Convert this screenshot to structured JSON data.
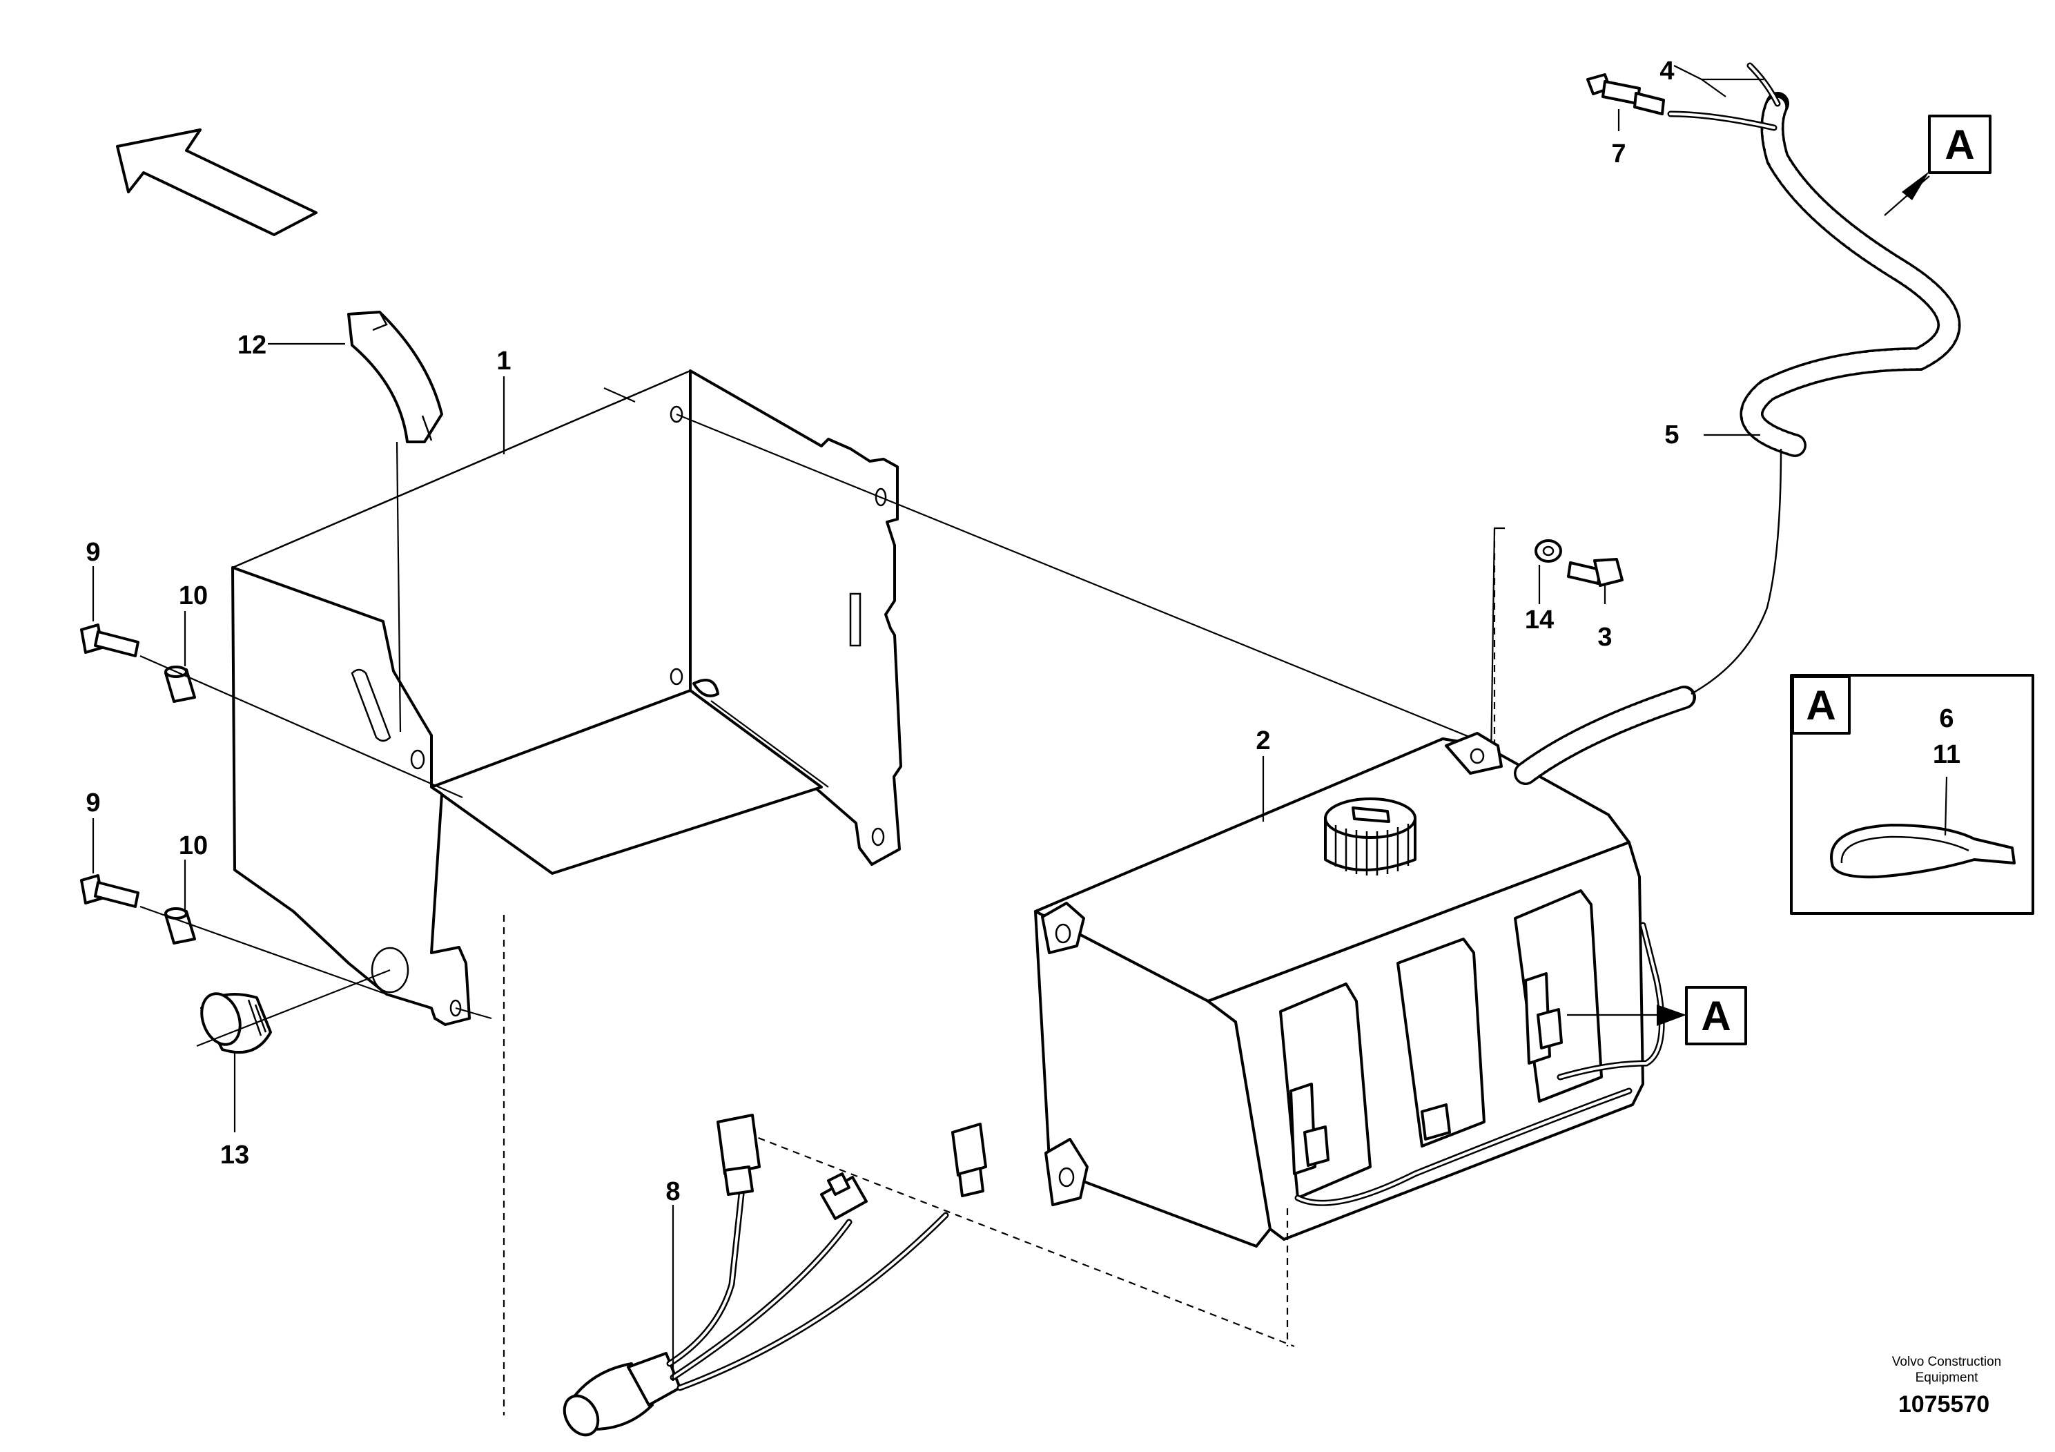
{
  "callouts": {
    "c1": "1",
    "c2": "2",
    "c3": "3",
    "c4": "4",
    "c5": "5",
    "c6": "6",
    "c7": "7",
    "c8": "8",
    "c9a": "9",
    "c9b": "9",
    "c10a": "10",
    "c10b": "10",
    "c11": "11",
    "c12": "12",
    "c13": "13",
    "c14": "14"
  },
  "detail_refs": {
    "hose_ref": "A",
    "tank_ref": "A",
    "detail_box_title": "A"
  },
  "footer": {
    "company_line1": "Volvo Construction",
    "company_line2": "Equipment",
    "drawing_number": "1075570"
  }
}
